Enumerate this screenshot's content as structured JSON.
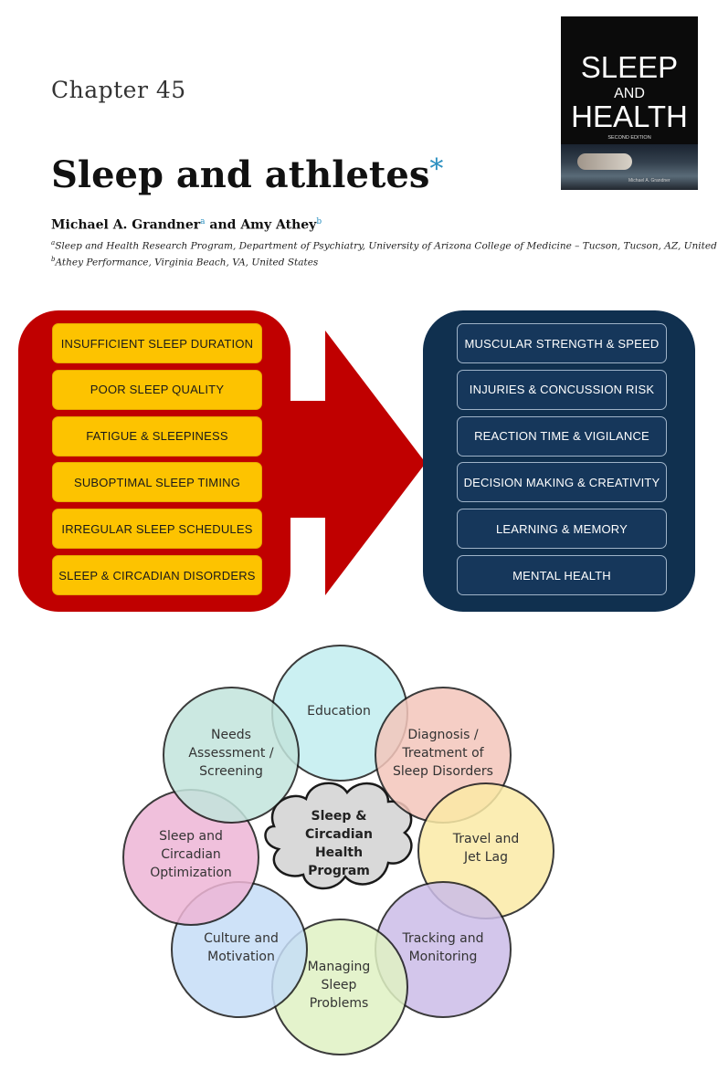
{
  "header": {
    "chapter": "Chapter 45",
    "title": "Sleep and athletes",
    "title_mark": "*",
    "author1": "Michael A. Grandner",
    "author1_sup": "a",
    "and": " and ",
    "author2": "Amy Athey",
    "author2_sup": "b",
    "affiliation_a_sup": "a",
    "affiliation_a": "Sleep and Health Research Program, Department of Psychiatry, University of Arizona College of Medicine – Tucson, Tucson, AZ, United States;",
    "affiliation_b_sup": "b",
    "affiliation_b": "Athey Performance, Virginia Beach, VA, United States"
  },
  "cover": {
    "line1": "SLEEP",
    "line2": "AND",
    "line3": "HEALTH",
    "edition": "SECOND EDITION",
    "editor": "Michael A. Grandner"
  },
  "causes": [
    "INSUFFICIENT SLEEP DURATION",
    "POOR SLEEP QUALITY",
    "FATIGUE & SLEEPINESS",
    "SUBOPTIMAL SLEEP TIMING",
    "IRREGULAR SLEEP SCHEDULES",
    "SLEEP & CIRCADIAN DISORDERS"
  ],
  "outcomes": [
    "MUSCULAR STRENGTH & SPEED",
    "INJURIES & CONCUSSION RISK",
    "REACTION TIME & VIGILANCE",
    "DECISION MAKING & CREATIVITY",
    "LEARNING & MEMORY",
    "MENTAL HEALTH"
  ],
  "program": {
    "center": [
      "Sleep &",
      "Circadian",
      "Health",
      "Program"
    ],
    "components": [
      {
        "lines": [
          "Education"
        ],
        "color": "#c3eef0"
      },
      {
        "lines": [
          "Diagnosis /",
          "Treatment of",
          "Sleep Disorders"
        ],
        "color": "#f4c6bb"
      },
      {
        "lines": [
          "Travel and",
          "Jet Lag"
        ],
        "color": "#fbeaa6"
      },
      {
        "lines": [
          "Tracking and",
          "Monitoring"
        ],
        "color": "#ccbde8"
      },
      {
        "lines": [
          "Managing",
          "Sleep",
          "Problems"
        ],
        "color": "#e0f2c4"
      },
      {
        "lines": [
          "Culture and",
          "Motivation"
        ],
        "color": "#c6def7"
      },
      {
        "lines": [
          "Sleep and",
          "Circadian",
          "Optimization"
        ],
        "color": "#eeb6d6"
      },
      {
        "lines": [
          "Needs",
          "Assessment /",
          "Screening"
        ],
        "color": "#c3e5dc"
      }
    ]
  }
}
